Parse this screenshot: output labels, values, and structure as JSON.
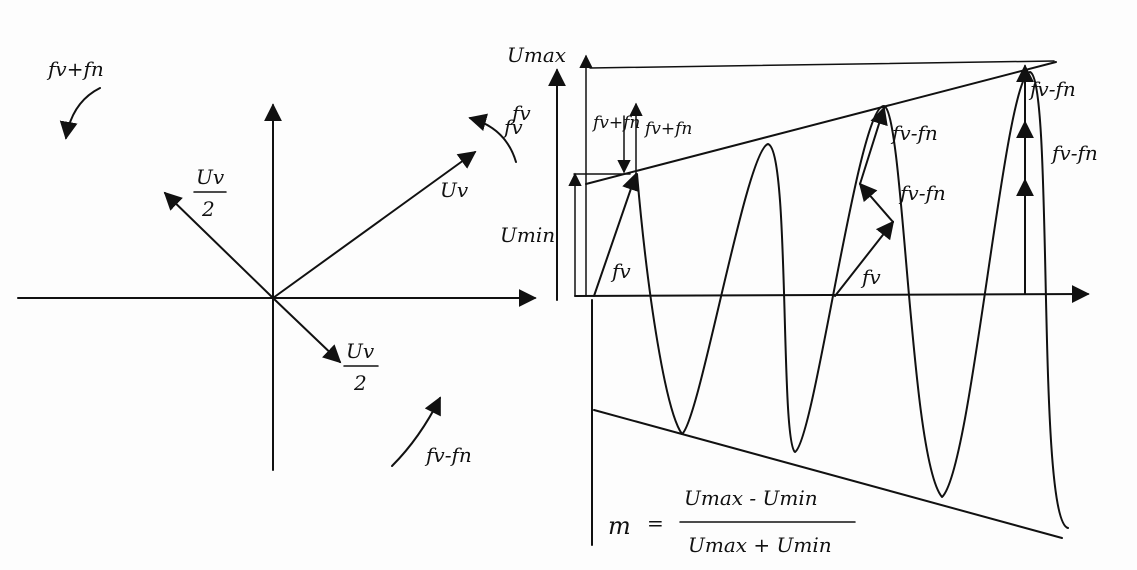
{
  "phasor": {
    "rot_upper": "fv+fn",
    "rot_right": "fv",
    "rot_lower": "fv-fn",
    "uv": "Uv",
    "uv_half_num": "Uv",
    "uv_half_den": "2",
    "uv_half_num_b": "Uv",
    "uv_half_den_b": "2"
  },
  "wave": {
    "umax": "Umax",
    "fv_axis": "fv",
    "umin": "Umin",
    "fvfn_a": "fv+fn",
    "fvfn_b": "fv+fn",
    "fv_inner": "fv",
    "fvmn_1": "fv-fn",
    "fvmn_2": "fv-fn",
    "fvmn_3": "fv-fn",
    "fvmn_4": "fv-fn",
    "fv_mid": "fv"
  },
  "formula": {
    "m": "m",
    "eq": "=",
    "numerator": "Umax - Umin",
    "denominator": "Umax + Umin"
  }
}
